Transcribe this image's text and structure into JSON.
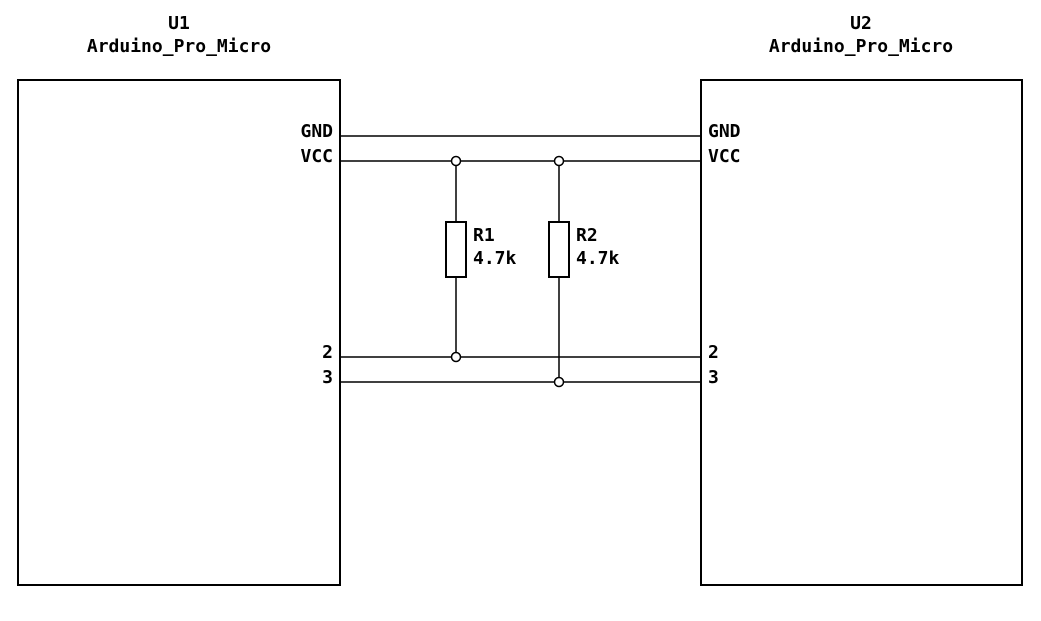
{
  "colors": {
    "background": "#ffffff",
    "line": "#000000",
    "text": "#000000"
  },
  "components": {
    "u1": {
      "reference": "U1",
      "value": "Arduino_Pro_Micro",
      "pins": {
        "gnd": "GND",
        "vcc": "VCC",
        "p2": "2",
        "p3": "3"
      }
    },
    "u2": {
      "reference": "U2",
      "value": "Arduino_Pro_Micro",
      "pins": {
        "gnd": "GND",
        "vcc": "VCC",
        "p2": "2",
        "p3": "3"
      }
    },
    "r1": {
      "reference": "R1",
      "value": "4.7k"
    },
    "r2": {
      "reference": "R2",
      "value": "4.7k"
    }
  }
}
